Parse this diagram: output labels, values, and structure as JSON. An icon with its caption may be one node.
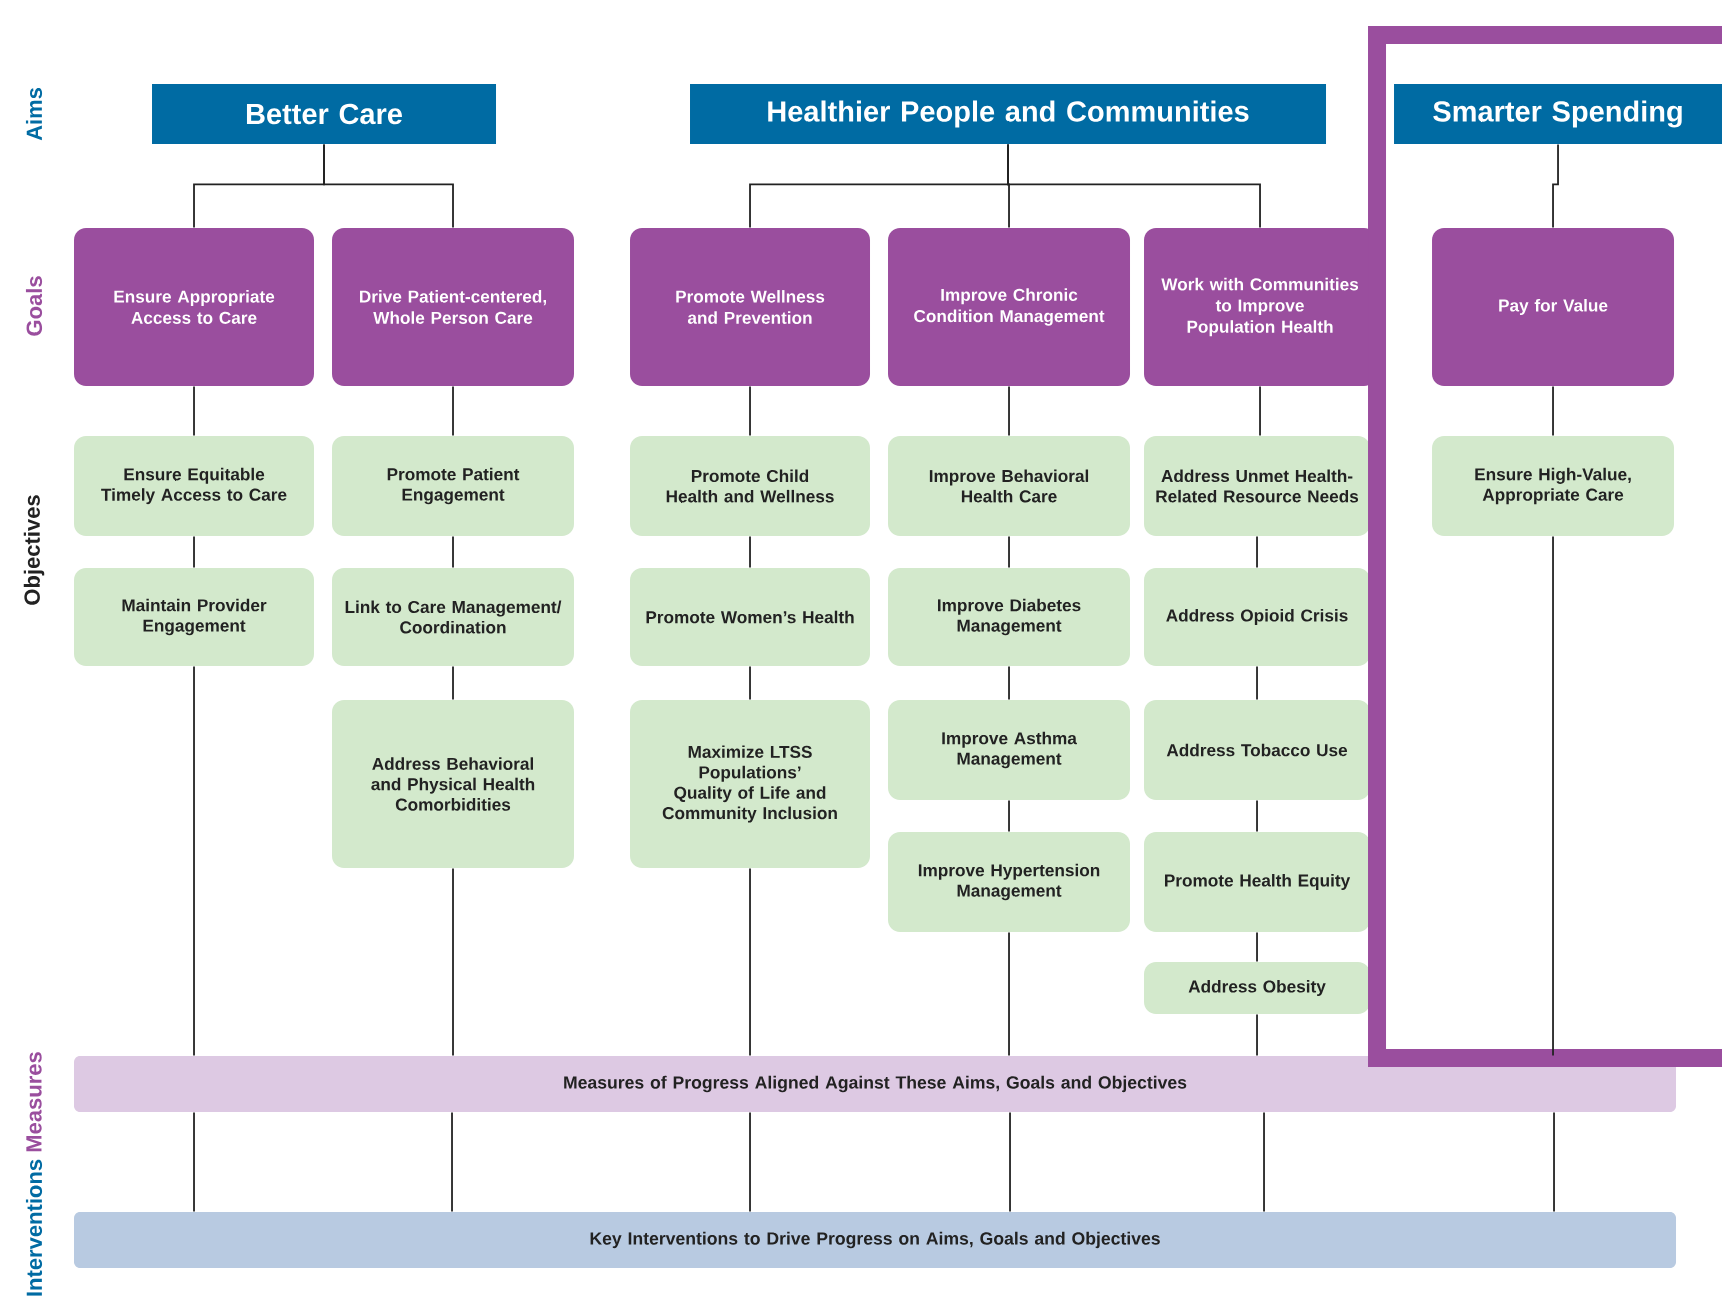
{
  "diagram": {
    "nodes": [
      {
        "text": [
          "Better Care"
        ]
      },
      {
        "text": [
          "Healthier People and Communities"
        ]
      },
      {
        "text": [
          "Smarter Spending"
        ]
      },
      {
        "text": [
          "Ensure Appropriate Access to Care"
        ]
      },
      {
        "text": [
          "Drive Patient-centered, Whole Person Care"
        ]
      },
      {
        "text": [
          "Promote Wellness and Prevention"
        ]
      },
      {
        "text": [
          "Improve Chronic Condition Management"
        ]
      },
      {
        "text": [
          "Work with Communities to Improve Population Health"
        ]
      },
      {
        "text": [
          "Pay for Value"
        ]
      },
      {
        "text": [
          "Ensure Equitable Timely Access to Care"
        ]
      },
      {
        "text": [
          "Maintain Provider Engagement"
        ]
      },
      {
        "text": [
          "Promote Patient Engagement"
        ]
      },
      {
        "text": [
          "Link to Care Management/ Coordination"
        ]
      },
      {
        "text": [
          "Address Behavioral and Physical Health Comorbidities"
        ]
      },
      {
        "text": [
          "Promote Child Health and Wellness"
        ]
      },
      {
        "text": [
          "Promote Women’s Health"
        ]
      },
      {
        "text": [
          "Maximize LTSS Populations’ Quality of Life and Community Inclusion"
        ]
      },
      {
        "text": [
          "Improve Behavioral Health Care"
        ]
      },
      {
        "text": [
          "Improve Diabetes Management"
        ]
      },
      {
        "text": [
          "Improve Asthma Management"
        ]
      },
      {
        "text": [
          "Improve Hypertension Management"
        ]
      },
      {
        "text": [
          "Address Unmet Health-Related Resource Needs"
        ]
      },
      {
        "text": [
          "Address Opioid Crisis"
        ]
      },
      {
        "text": [
          "Address Tobacco Use"
        ]
      },
      {
        "text": [
          "Promote Health Equity"
        ]
      },
      {
        "text": [
          "Address Obesity"
        ]
      },
      {
        "text": [
          "Ensure High-Value, Appropriate Care"
        ]
      },
      {
        "text": [
          "Measures of Progress Aligned Against These Aims, Goals and Objectives"
        ]
      },
      {
        "text": [
          "Key Interventions to Drive Progress on Aims, Goals and Objectives"
        ]
      }
    ],
    "edges": [
      {
        "from": 0,
        "to": 3,
        "arrow": "none"
      },
      {
        "from": 0,
        "to": 4,
        "arrow": "none"
      },
      {
        "from": 1,
        "to": 5,
        "arrow": "none"
      },
      {
        "from": 1,
        "to": 6,
        "arrow": "none"
      },
      {
        "from": 1,
        "to": 7,
        "arrow": "none"
      },
      {
        "from": 2,
        "to": 8,
        "arrow": "none"
      },
      {
        "from": 3,
        "to": 9,
        "arrow": "none"
      },
      {
        "from": 9,
        "to": 10,
        "arrow": "none"
      },
      {
        "from": 10,
        "to": 27,
        "arrow": "none"
      },
      {
        "from": 4,
        "to": 11,
        "arrow": "none"
      },
      {
        "from": 11,
        "to": 12,
        "arrow": "none"
      },
      {
        "from": 12,
        "to": 13,
        "arrow": "none"
      },
      {
        "from": 13,
        "to": 27,
        "arrow": "none"
      },
      {
        "from": 5,
        "to": 14,
        "arrow": "none"
      },
      {
        "from": 14,
        "to": 15,
        "arrow": "none"
      },
      {
        "from": 15,
        "to": 16,
        "arrow": "none"
      },
      {
        "from": 16,
        "to": 27,
        "arrow": "none"
      },
      {
        "from": 6,
        "to": 17,
        "arrow": "none"
      },
      {
        "from": 17,
        "to": 18,
        "arrow": "none"
      },
      {
        "from": 18,
        "to": 19,
        "arrow": "none"
      },
      {
        "from": 19,
        "to": 20,
        "arrow": "none"
      },
      {
        "from": 20,
        "to": 27,
        "arrow": "none"
      },
      {
        "from": 7,
        "to": 21,
        "arrow": "none"
      },
      {
        "from": 21,
        "to": 22,
        "arrow": "none"
      },
      {
        "from": 22,
        "to": 23,
        "arrow": "none"
      },
      {
        "from": 23,
        "to": 24,
        "arrow": "none"
      },
      {
        "from": 24,
        "to": 25,
        "arrow": "none"
      },
      {
        "from": 25,
        "to": 27,
        "arrow": "none"
      },
      {
        "from": 8,
        "to": 26,
        "arrow": "none"
      },
      {
        "from": 26,
        "to": 27,
        "arrow": "none"
      },
      {
        "from": 27,
        "to": 28,
        "arrow": "none"
      },
      {
        "from": 27,
        "to": 28,
        "arrow": "none"
      },
      {
        "from": 27,
        "to": 28,
        "arrow": "none"
      },
      {
        "from": 27,
        "to": 28,
        "arrow": "none"
      },
      {
        "from": 27,
        "to": 28,
        "arrow": "none"
      },
      {
        "from": 27,
        "to": 28,
        "arrow": "none"
      }
    ],
    "labels": [
      "Aims",
      "Goals",
      "Objectives",
      "Measures",
      "Interventions"
    ]
  }
}
